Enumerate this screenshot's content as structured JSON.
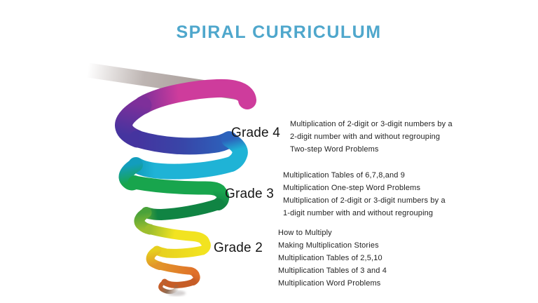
{
  "title": {
    "text": "SPIRAL CURRICULUM",
    "color": "#4FA7CC"
  },
  "grades": [
    {
      "label": "Grade 4",
      "topics": [
        "Multiplication of 2-digit or 3-digit numbers by a",
        "2-digit number with and without regrouping",
        "Two-step Word Problems"
      ]
    },
    {
      "label": "Grade 3",
      "topics": [
        "Multiplication Tables of 6,7,8,and 9",
        "Multiplication One-step Word Problems",
        "Multiplication of 2-digit or 3-digit numbers by a",
        "1-digit number with and without regrouping"
      ]
    },
    {
      "label": "Grade 2",
      "topics": [
        "How to Multiply",
        "Making Multiplication Stories",
        "Multiplication Tables of 2,5,10",
        "Multiplication Tables of 3 and 4",
        "Multiplication Word Problems"
      ]
    }
  ],
  "spiral": {
    "palette": {
      "entry_gray": "#9A8D89",
      "magenta": "#CE3C9C",
      "purple": "#7E2F9A",
      "indigo": "#45349F",
      "blue": "#3846A8",
      "blue2": "#2C63BC",
      "cyan": "#1FB3D6",
      "teal": "#129DBD",
      "green": "#18A54D",
      "dark_green": "#108443",
      "leaf_green": "#4AA23A",
      "yellow_green": "#9DBE2E",
      "yellow": "#F2E320",
      "yellow2": "#E6CF1E",
      "light_orange": "#E2942A",
      "orange": "#E0702A",
      "dark_orange": "#C65D27",
      "tail_brown": "#8E6C55",
      "shadow": "#8A8080"
    }
  }
}
